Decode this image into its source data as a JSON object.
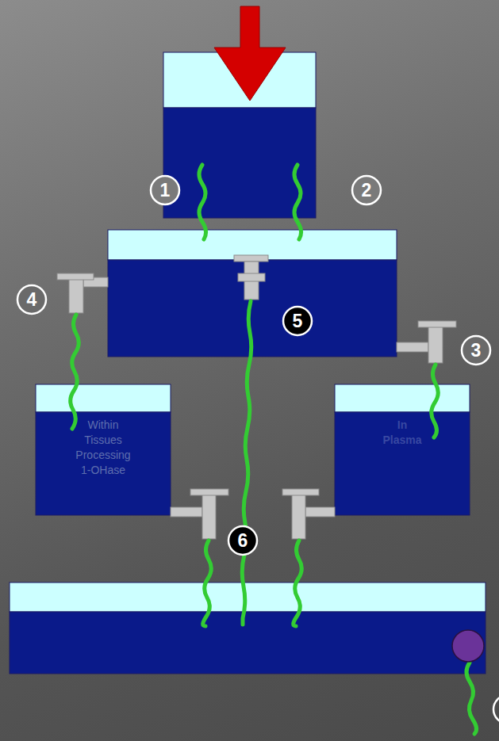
{
  "diagram": {
    "nodes": [
      {
        "text": [
          "Within Tissues Processing 1-OHase"
        ]
      },
      {
        "text": [
          "In Plasma"
        ]
      }
    ],
    "labels": [
      "1",
      "2",
      "4",
      "5",
      "3",
      "6"
    ]
  }
}
